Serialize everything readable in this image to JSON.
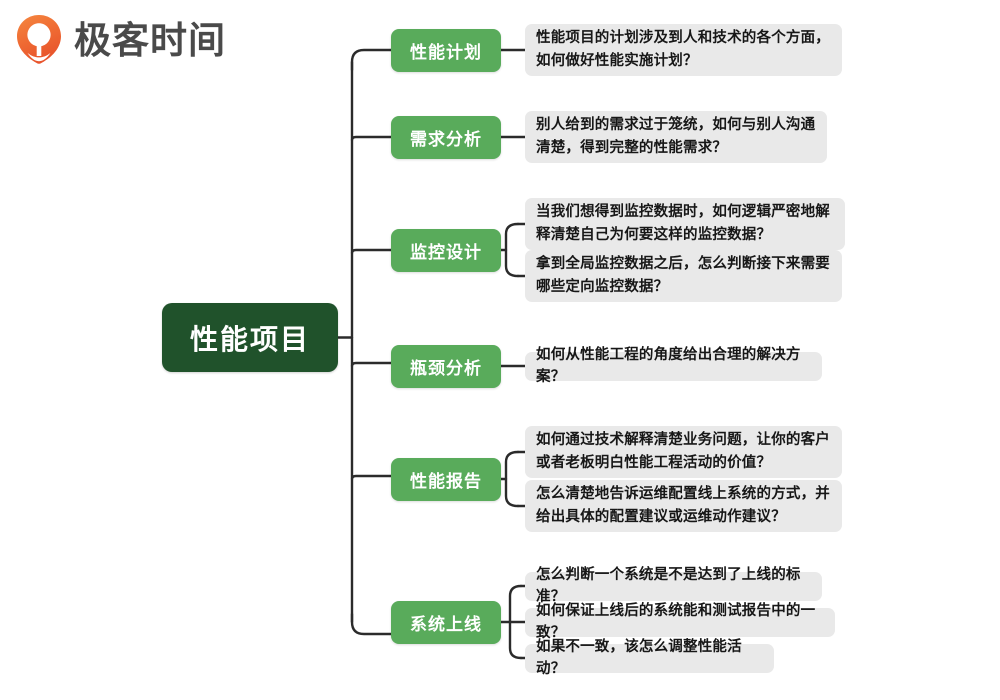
{
  "brand": {
    "name": "极客时间",
    "logo_icon": "geekbang-balloon-logo-icon",
    "logo_color": "#ef6a33",
    "text_color": "#4a4a4a"
  },
  "colors": {
    "root_node": "#20522b",
    "branch_node": "#59ab5b",
    "leaf_box": "#e9e9e9",
    "connector": "#2b2b2b",
    "root_text": "#ffffff",
    "branch_text": "#ffffff",
    "leaf_text": "#171717",
    "background": "#ffffff"
  },
  "mindmap": {
    "type": "mindmap",
    "root": {
      "label": "性能项目"
    },
    "branches": [
      {
        "label": "性能计划",
        "children": [
          "性能项目的计划涉及到人和技术的各个方面，如何做好性能实施计划？"
        ]
      },
      {
        "label": "需求分析",
        "children": [
          "别人给到的需求过于笼统，如何与别人沟通清楚，得到完整的性能需求？"
        ]
      },
      {
        "label": "监控设计",
        "children": [
          "当我们想得到监控数据时，如何逻辑严密地解释清楚自己为何要这样的监控数据？",
          "拿到全局监控数据之后，怎么判断接下来需要哪些定向监控数据？"
        ]
      },
      {
        "label": "瓶颈分析",
        "children": [
          "如何从性能工程的角度给出合理的解决方案？"
        ]
      },
      {
        "label": "性能报告",
        "children": [
          "如何通过技术解释清楚业务问题，让你的客户或者老板明白性能工程活动的价值？",
          "怎么清楚地告诉运维配置线上系统的方式，并给出具体的配置建议或运维动作建议？"
        ]
      },
      {
        "label": "系统上线",
        "children": [
          "怎么判断一个系统是不是达到了上线的标准？",
          "如何保证上线后的系统能和测试报告中的一致？",
          "如果不一致，该怎么调整性能活动？"
        ]
      }
    ]
  }
}
